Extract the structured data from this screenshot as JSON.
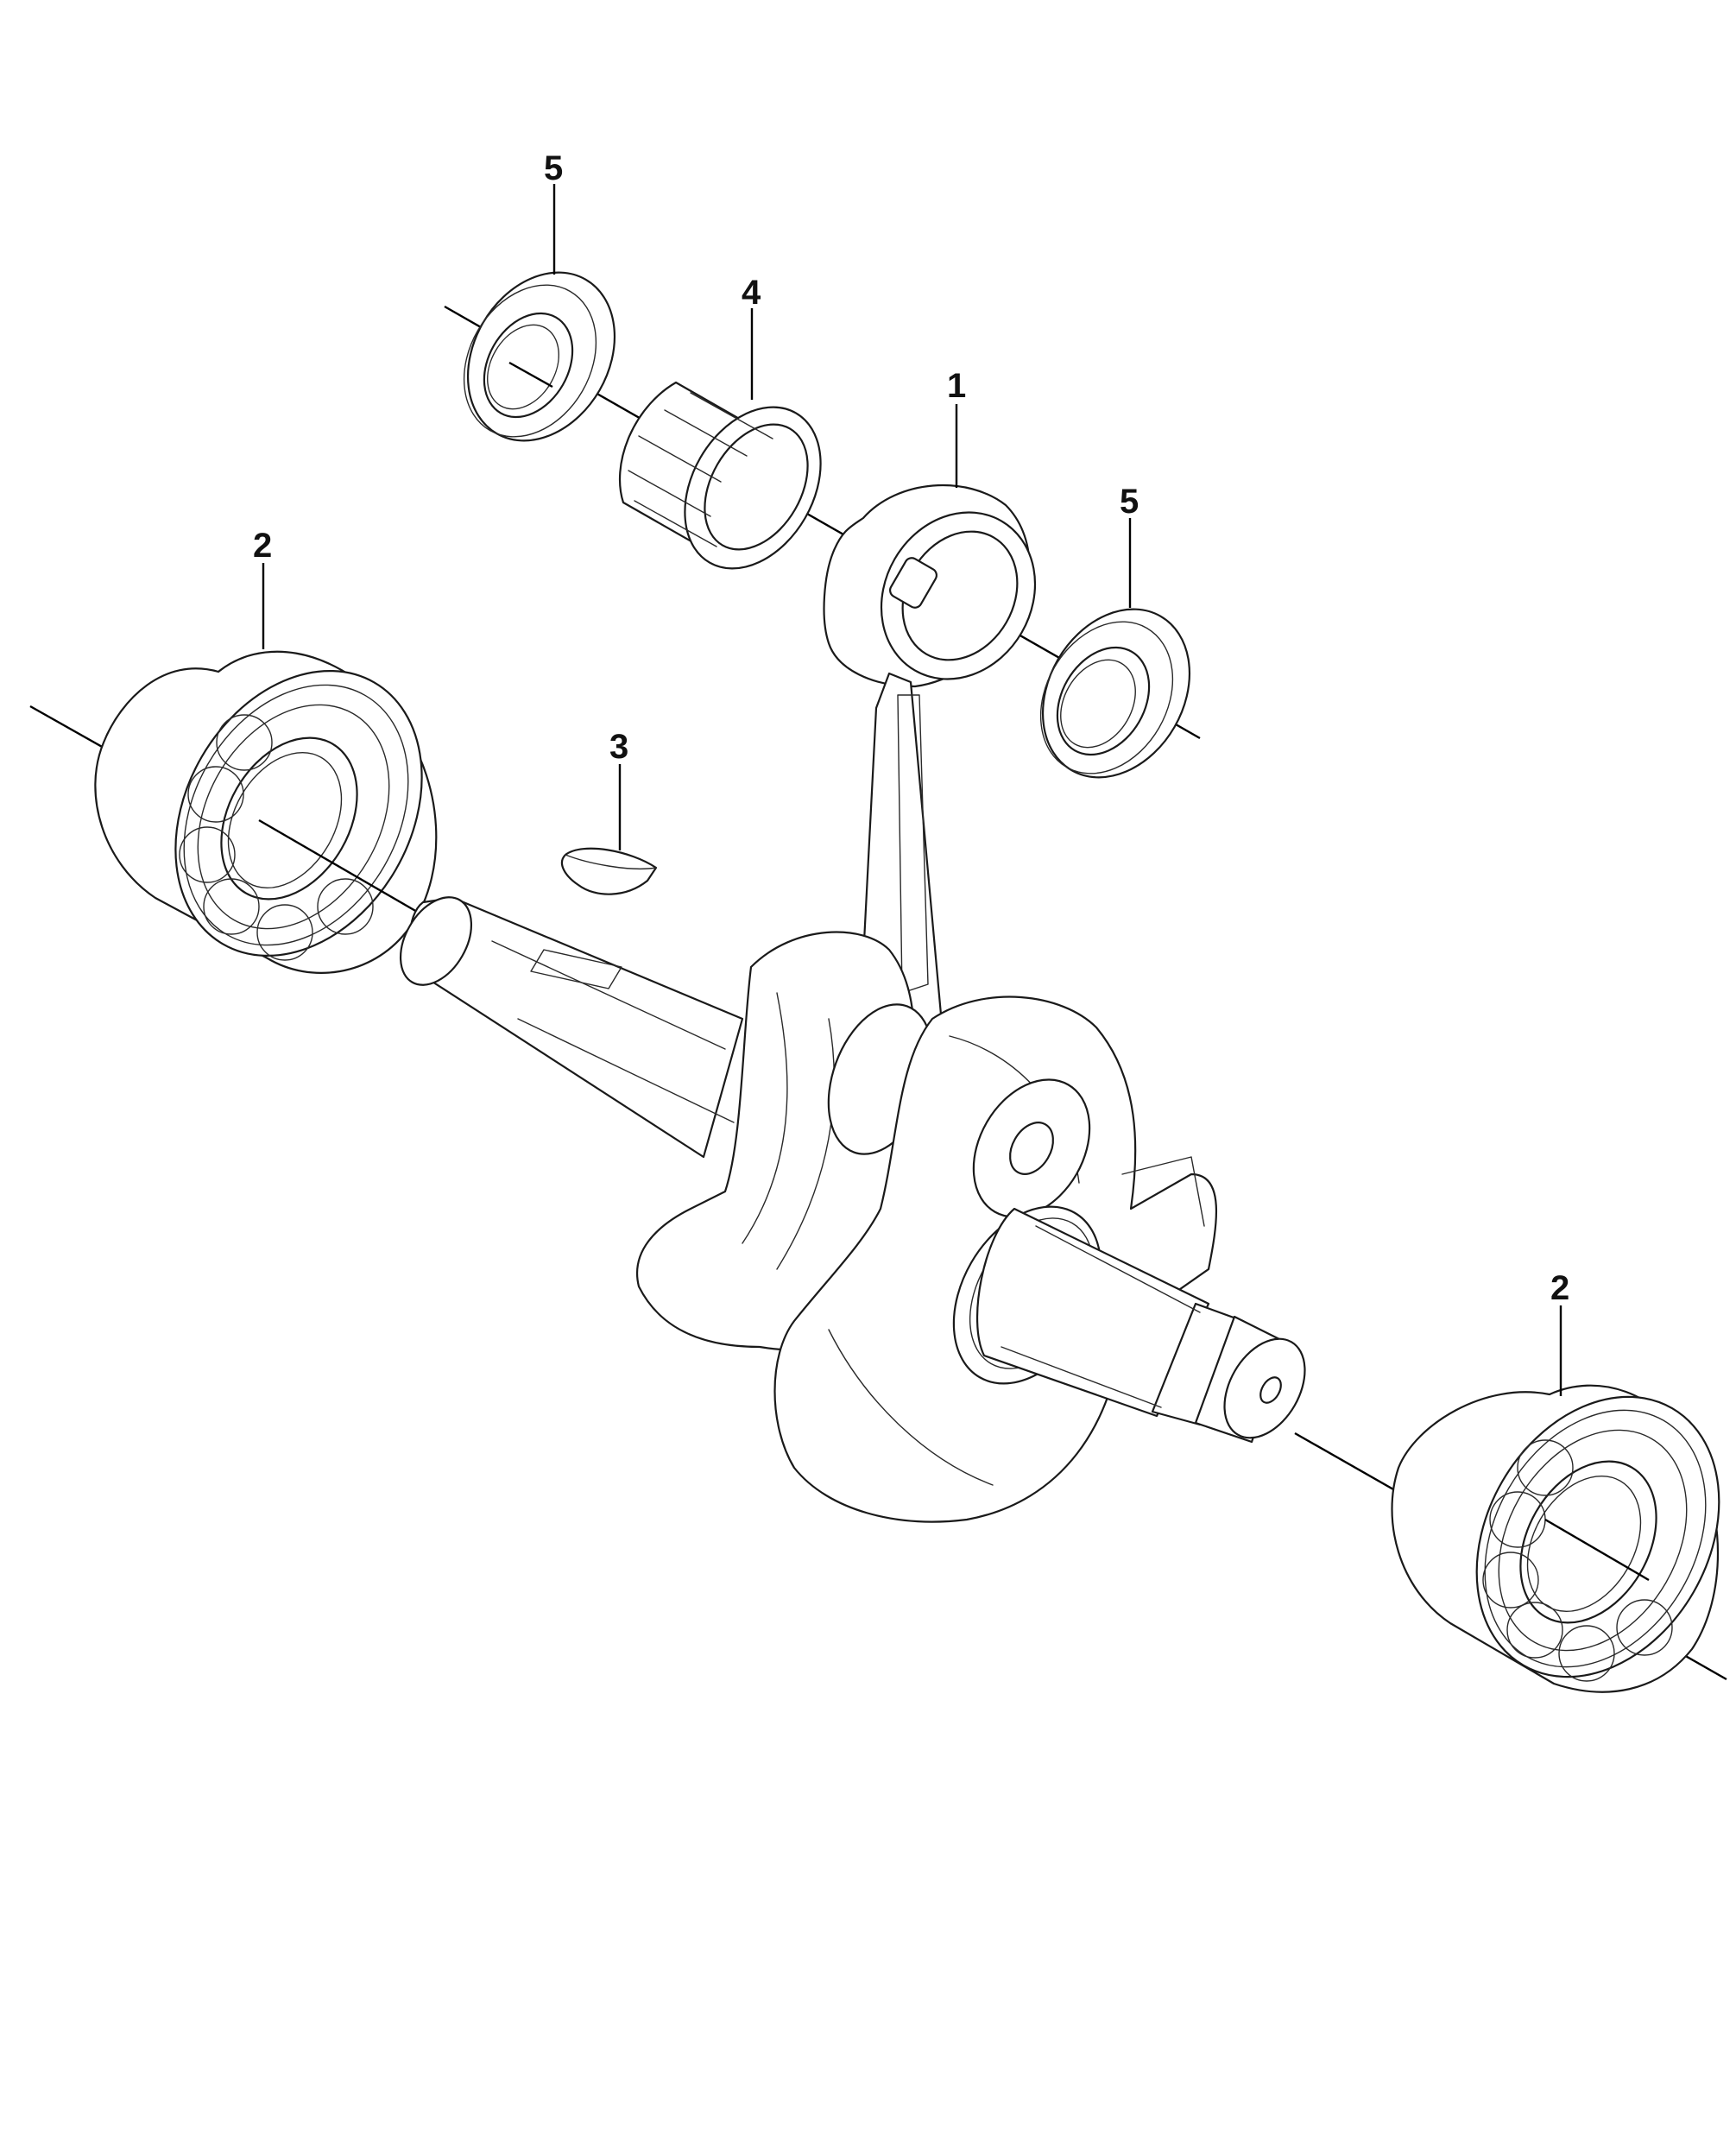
{
  "callouts": {
    "seal_top": "5",
    "needle_bearing": "4",
    "connecting_rod": "1",
    "seal_right": "5",
    "bearing_left": "2",
    "woodruff_key": "3",
    "bearing_right": "2"
  }
}
